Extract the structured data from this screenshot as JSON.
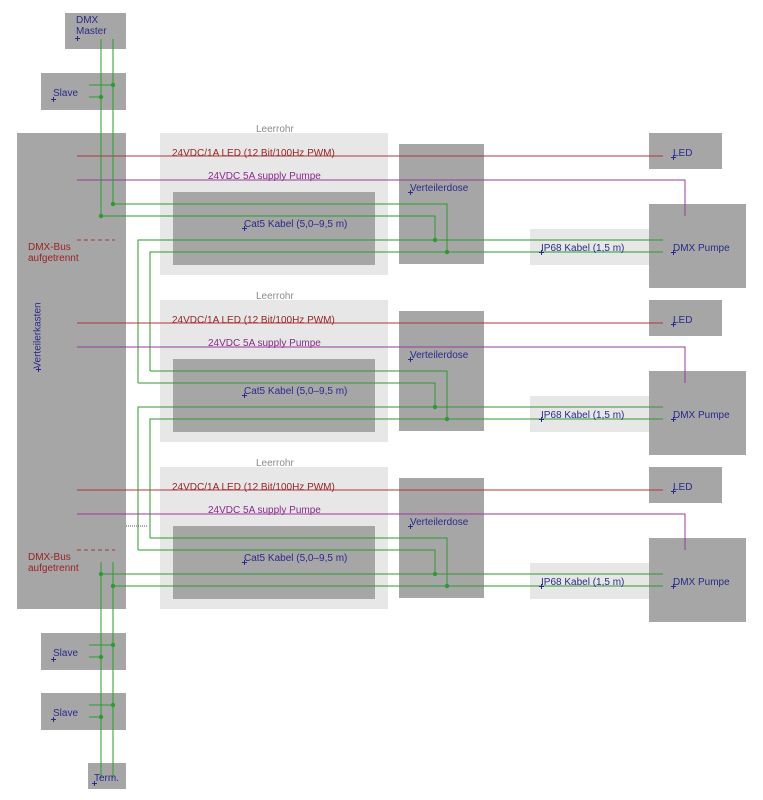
{
  "colors": {
    "box_dark": "#a6a6a6",
    "box_light": "#e7e7e7",
    "box_mid": "#a6a6a6",
    "ip68_band": "#e7e7e7",
    "bus_green": "#2f9a2f",
    "led_red": "#a83a3a",
    "pump_purple": "#9a3a9a",
    "text_blue": "#2a2a8e",
    "text_red": "#9a2323",
    "text_purple": "#8a2a8a",
    "text_gray": "#8a8a8a"
  },
  "left": {
    "dmx_master": [
      "DMX",
      "Master"
    ],
    "slave_label": "Slave",
    "verteilerkasten_label": "Verteilerkasten",
    "bus_split_label": [
      "DMX-Bus",
      "aufgetrennt"
    ],
    "terminator_label": "Term."
  },
  "section": {
    "leerrohr_label": "Leerrohr",
    "led_cable_label": "24VDC/1A LED (12 Bit/100Hz PWM)",
    "pump_supply_label": "24VDC 5A supply Pumpe",
    "cat5_label": "Cat5 Kabel (5,0–9,5 m)",
    "verteilerdose_label": "Verteilerdose",
    "ip68_label": "IP68 Kabel (1,5 m)",
    "led_label": "LED",
    "pump_label": "DMX Pumpe"
  },
  "sections": [
    {
      "index": 1
    },
    {
      "index": 2
    },
    {
      "index": 3
    }
  ]
}
